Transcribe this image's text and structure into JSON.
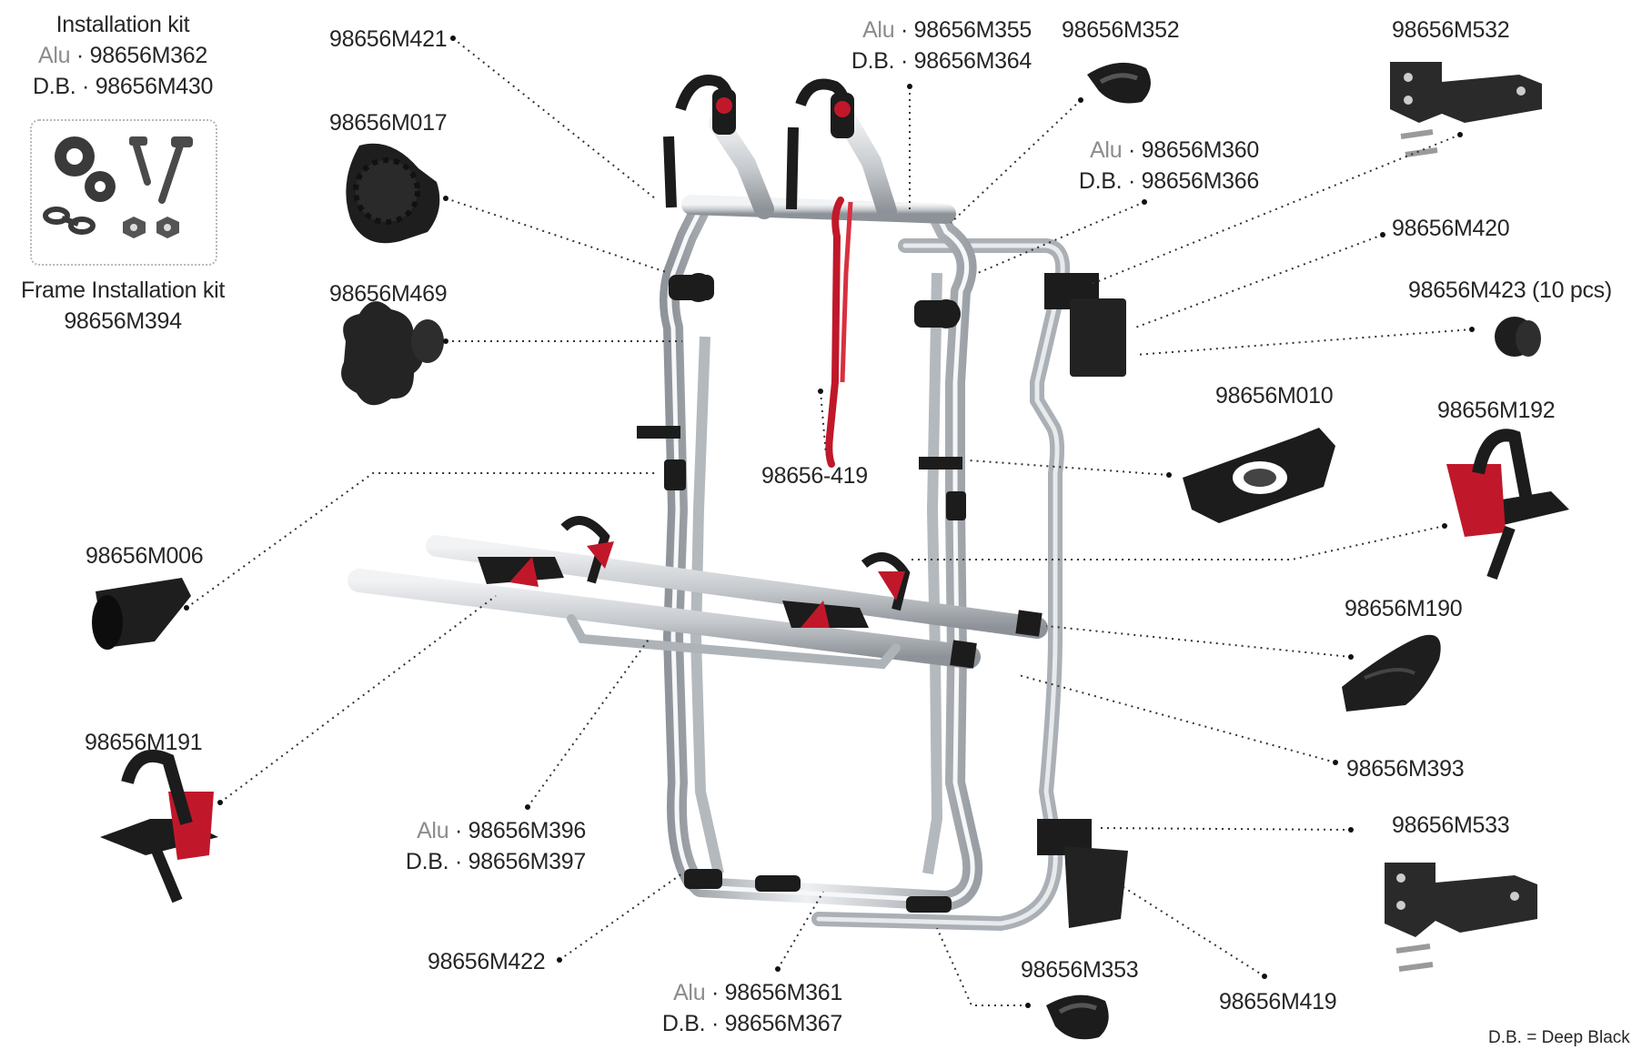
{
  "install_kit": {
    "title": "Installation kit",
    "alu_prefix": "Alu",
    "alu_code": "98656M362",
    "db_prefix": "D.B.",
    "db_code": "98656M430"
  },
  "frame_kit": {
    "title": "Frame Installation kit",
    "code": "98656M394"
  },
  "separator": "·",
  "parts": {
    "m421": "98656M421",
    "m017": "98656M017",
    "m469": "98656M469",
    "m006": "98656M006",
    "m191": "98656M191",
    "m396_alu": "98656M396",
    "m397_db": "98656M397",
    "m422": "98656M422",
    "m361_alu": "98656M361",
    "m367_db": "98656M367",
    "m355_alu": "98656M355",
    "m364_db": "98656M364",
    "m352": "98656M352",
    "m532": "98656M532",
    "m360_alu": "98656M360",
    "m366_db": "98656M366",
    "m420": "98656M420",
    "m423": "98656M423 (10 pcs)",
    "m010": "98656M010",
    "m192": "98656M192",
    "s419": "98656-419",
    "m190": "98656M190",
    "m393": "98656M393",
    "m533": "98656M533",
    "m353": "98656M353",
    "m419": "98656M419"
  },
  "prefix_alu": "Alu",
  "prefix_db": "D.B.",
  "legend": "D.B. = Deep Black",
  "colors": {
    "frame": "#c9ccd0",
    "black_part": "#1c1c1c",
    "red_accent": "#c0182a",
    "label": "#262626",
    "muted": "#8c8c8c"
  },
  "icons": [
    "gear-icon",
    "screw-icon",
    "chain-icon",
    "nut-icon"
  ]
}
